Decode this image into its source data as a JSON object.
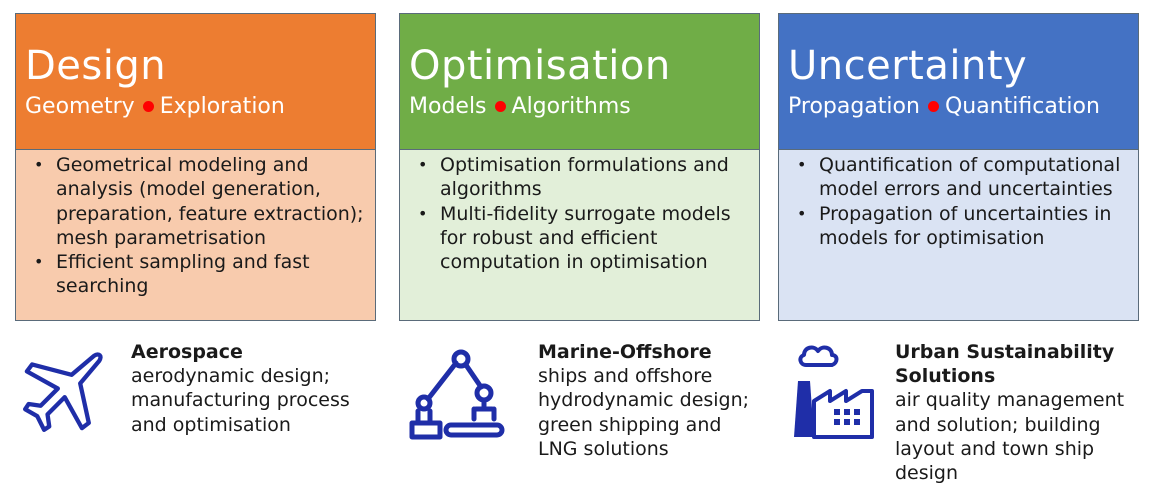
{
  "colors": {
    "design_head": "#ed7d31",
    "design_body": "#f8cbad",
    "optimisation_head": "#70ad47",
    "optimisation_body": "#e2efd9",
    "uncertainty_head": "#4472c4",
    "uncertainty_body": "#dae3f3",
    "dot": "#ff0000",
    "icon": "#1f2ea8"
  },
  "cards": [
    {
      "title": "Design",
      "sub_left": "Geometry",
      "sub_right": "Exploration",
      "bullets": [
        "Geometrical modeling and analysis (model generation, preparation, feature extraction); mesh parametrisation",
        "Efficient sampling and fast searching"
      ]
    },
    {
      "title": "Optimisation",
      "sub_left": "Models",
      "sub_right": "Algorithms",
      "bullets": [
        "Optimisation formulations and algorithms",
        "Multi-fidelity surrogate models for robust and efficient computation in optimisation"
      ]
    },
    {
      "title": "Uncertainty",
      "sub_left": "Propagation",
      "sub_right": "Quantification",
      "bullets": [
        "Quantification of computational model errors and uncertainties",
        "Propagation of uncertainties in models for optimisation"
      ]
    }
  ],
  "applications": [
    {
      "icon": "airplane-icon",
      "title": "Aerospace",
      "desc": "aerodynamic design; manufacturing process and optimisation"
    },
    {
      "icon": "robot-arm-icon",
      "title": "Marine-Offshore",
      "desc": "ships and offshore hydrodynamic design; green shipping and LNG solutions"
    },
    {
      "icon": "factory-icon",
      "title": "Urban Sustainability Solutions",
      "desc": "air quality management and solution; building layout and town ship design"
    }
  ]
}
